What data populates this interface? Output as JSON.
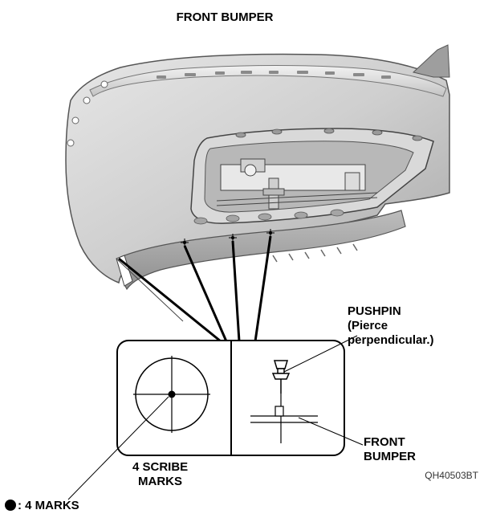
{
  "labels": {
    "front_bumper_top": "FRONT BUMPER",
    "pushpin_line1": "PUSHPIN",
    "pushpin_line2": "(Pierce",
    "pushpin_line3": "perpendicular.)",
    "front_bumper_right_line1": "FRONT",
    "front_bumper_right_line2": "BUMPER",
    "scribe_line1": "4 SCRIBE",
    "scribe_line2": "MARKS",
    "marks_legend": ": 4 MARKS",
    "figure_code": "QH40503BT"
  }
}
